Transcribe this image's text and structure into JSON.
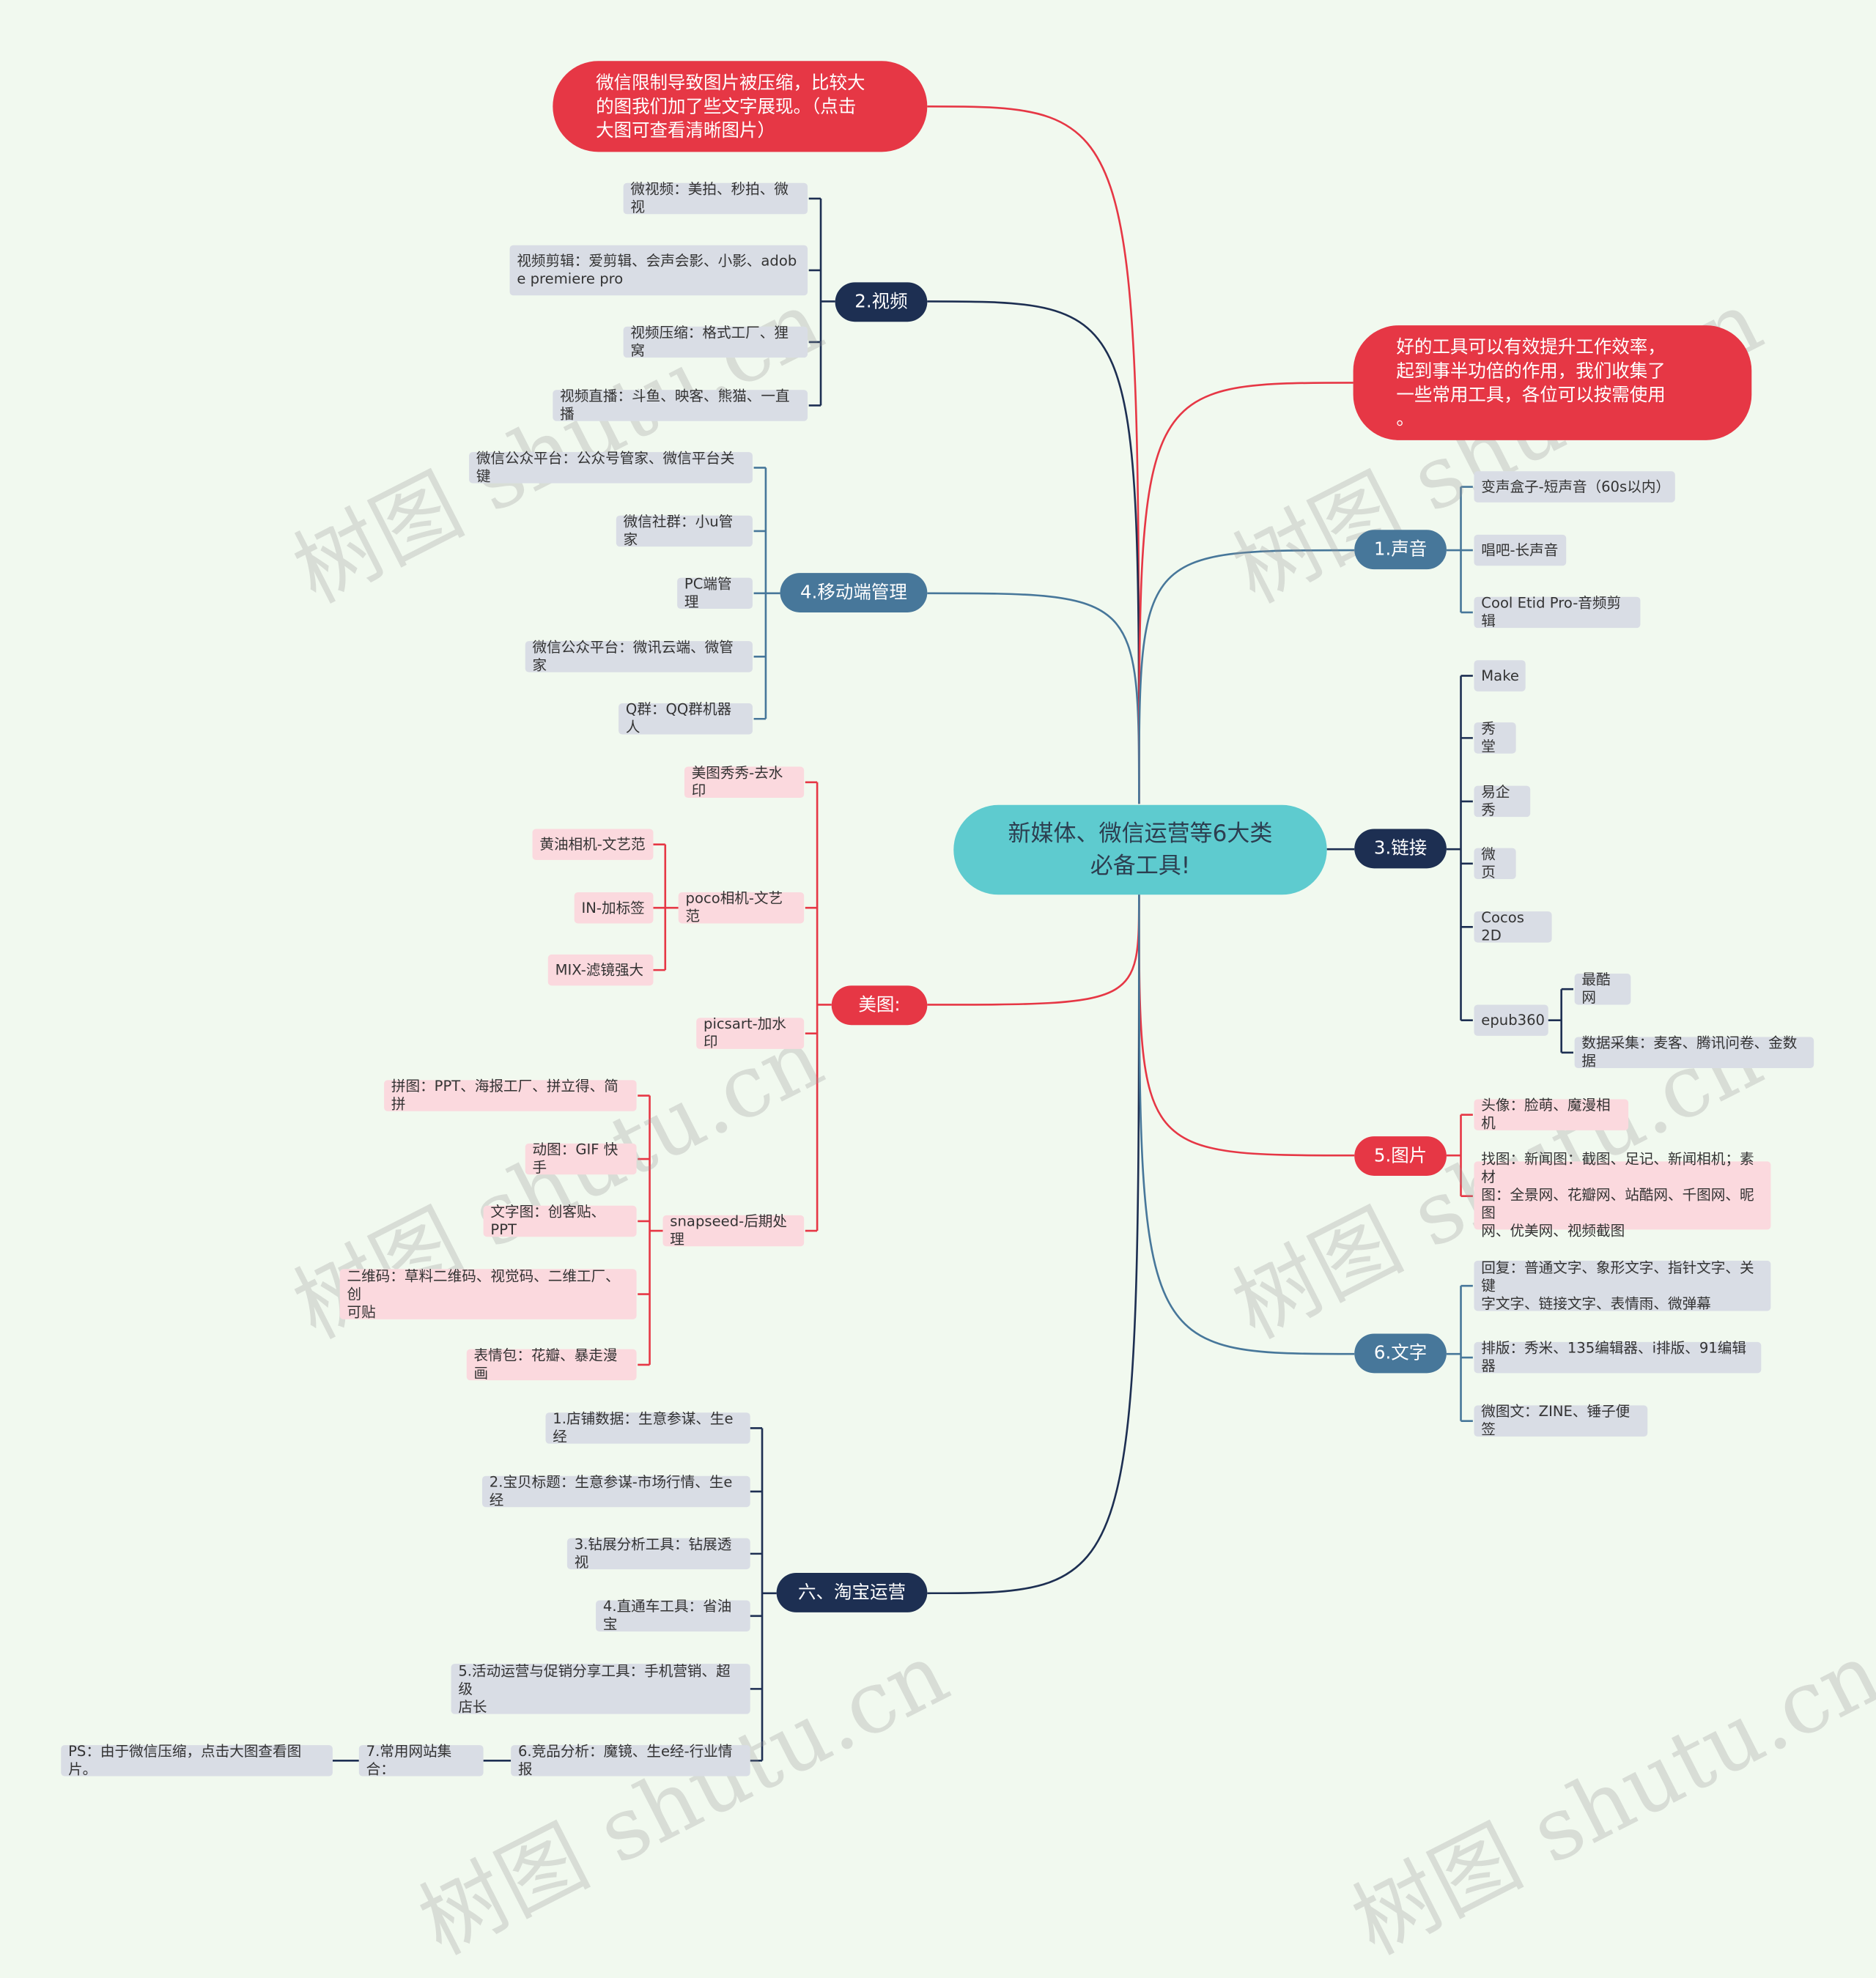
{
  "root": "新媒体、微信运营等6大类\n必备工具!",
  "notes": {
    "top": "微信限制导致图片被压缩，比较大\n的图我们加了些文字展现。（点击\n大图可查看清晰图片）",
    "right": "好的工具可以有效提升工作效率，\n起到事半功倍的作用，我们收集了\n一些常用工具，各位可以按需使用\n。"
  },
  "branches": {
    "video": {
      "label": "2.视频",
      "items": [
        "微视频：美拍、秒拍、微视",
        "视频剪辑：爱剪辑、会声会影、小影、adob\ne premiere pro",
        "视频压缩：格式工厂、狸窝",
        "视频直播：斗鱼、映客、熊猫、一直播"
      ]
    },
    "mobile": {
      "label": "4.移动端管理",
      "items": [
        "微信公众平台：公众号管家、微信平台关键",
        "微信社群：小u管家",
        "PC端管理",
        "微信公众平台：微讯云端、微管家",
        "Q群：QQ群机器人"
      ]
    },
    "meitu": {
      "label": "美图:",
      "sub": [
        "美图秀秀-去水印",
        "poco相机-文艺范",
        "picsart-加水印",
        "snapseed-后期处理"
      ],
      "poco": [
        "黄油相机-文艺范",
        "IN-加标签",
        "MIX-滤镜强大"
      ],
      "snapseed": [
        "拼图：PPT、海报工厂、拼立得、简拼",
        "动图：GIF 快手",
        "文字图：创客贴、PPT",
        "二维码：草料二维码、视觉码、二维工厂、创\n可贴",
        "表情包：花瓣、暴走漫画"
      ]
    },
    "taobao": {
      "label": "六、淘宝运营",
      "items": [
        "1.店铺数据：生意参谋、生e经",
        "2.宝贝标题：生意参谋-市场行情、生e经",
        "3.钻展分析工具：钻展透视",
        "4.直通车工具：省油宝",
        "5.活动运营与促销分享工具：手机营销、超级\n店长",
        "6.竞品分析：魔镜、生e经-行业情报"
      ],
      "site": "7.常用网站集合：",
      "ps": "PS：由于微信压缩，点击大图查看图片。"
    },
    "sound": {
      "label": "1.声音",
      "items": [
        "变声盒子-短声音（60s以内）",
        "唱吧-长声音",
        "Cool Etid Pro-音频剪辑"
      ]
    },
    "link": {
      "label": "3.链接",
      "items": [
        "Make",
        "秀堂",
        "易企秀",
        "微页",
        "Cocos 2D",
        "epub360"
      ],
      "epub": [
        "最酷网",
        "数据采集：麦客、腾讯问卷、金数据"
      ]
    },
    "image": {
      "label": "5.图片",
      "items": [
        "头像：脸萌、魔漫相机",
        "找图：新闻图：截图、足记、新闻相机；素材\n图：全景网、花瓣网、站酷网、千图网、昵图\n网、优美网、视频截图"
      ]
    },
    "text": {
      "label": "6.文字",
      "items": [
        "回复：普通文字、象形文字、指针文字、关键\n字文字、链接文字、表情雨、微弹幕",
        "排版：秀米、135编辑器、i排版、91编辑器",
        "微图文：ZINE、锤子便签"
      ]
    }
  },
  "watermark": "树图 shutu.cn",
  "colors": {
    "navy": "#1d2f52",
    "steel": "#47779a",
    "red": "#e63745",
    "root": "#5ecbcf",
    "blue_leaf": "#d9dde5",
    "pink_leaf": "#fbd9de",
    "background": "#f1f9ef"
  }
}
